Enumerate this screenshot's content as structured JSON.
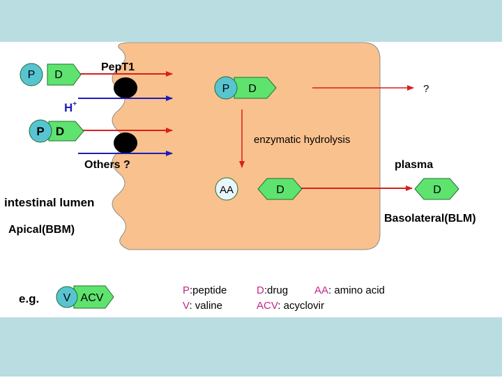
{
  "colors": {
    "band": "#badde1",
    "cell": "#f9c18e",
    "green": "#5ee36f",
    "cyan": "#58c4d2",
    "aa_fill": "#e9f6fb",
    "red_arrow": "#d81f1f",
    "blue_arrow": "#1d1cb8",
    "magenta": "#c0258a",
    "black": "#000000"
  },
  "icons": {
    "transporter": "black-ellipse",
    "peptide": "circle",
    "drug": "hexagon-tag"
  },
  "diagram": {
    "pept1_label": "PepT1",
    "proton_label": "H",
    "proton_charge": "+",
    "others_label": "Others ?",
    "unknown_label": "?",
    "enzymatic_label": "enzymatic hydrolysis",
    "plasma_label": "plasma",
    "lumen_label": "intestinal lumen",
    "apical_label": "Apical(BBM)",
    "basolateral_label": "Basolateral(BLM)",
    "p1": "P",
    "d1": "D",
    "p2": "P",
    "d2": "D",
    "p3": "P",
    "d3": "D",
    "aa": "AA",
    "d4": "D",
    "d5": "D"
  },
  "example": {
    "eg_label": "e.g.",
    "v": "V",
    "acv": "ACV"
  },
  "legend": {
    "p_abbr": "P",
    "p_def": ":peptide",
    "v_abbr": "V",
    "v_def": ": valine",
    "d_abbr": "D",
    "d_def": ":drug",
    "acv_abbr": "ACV",
    "acv_def": ": acyclovir",
    "aa_abbr": "AA",
    "aa_def": ": amino acid"
  }
}
